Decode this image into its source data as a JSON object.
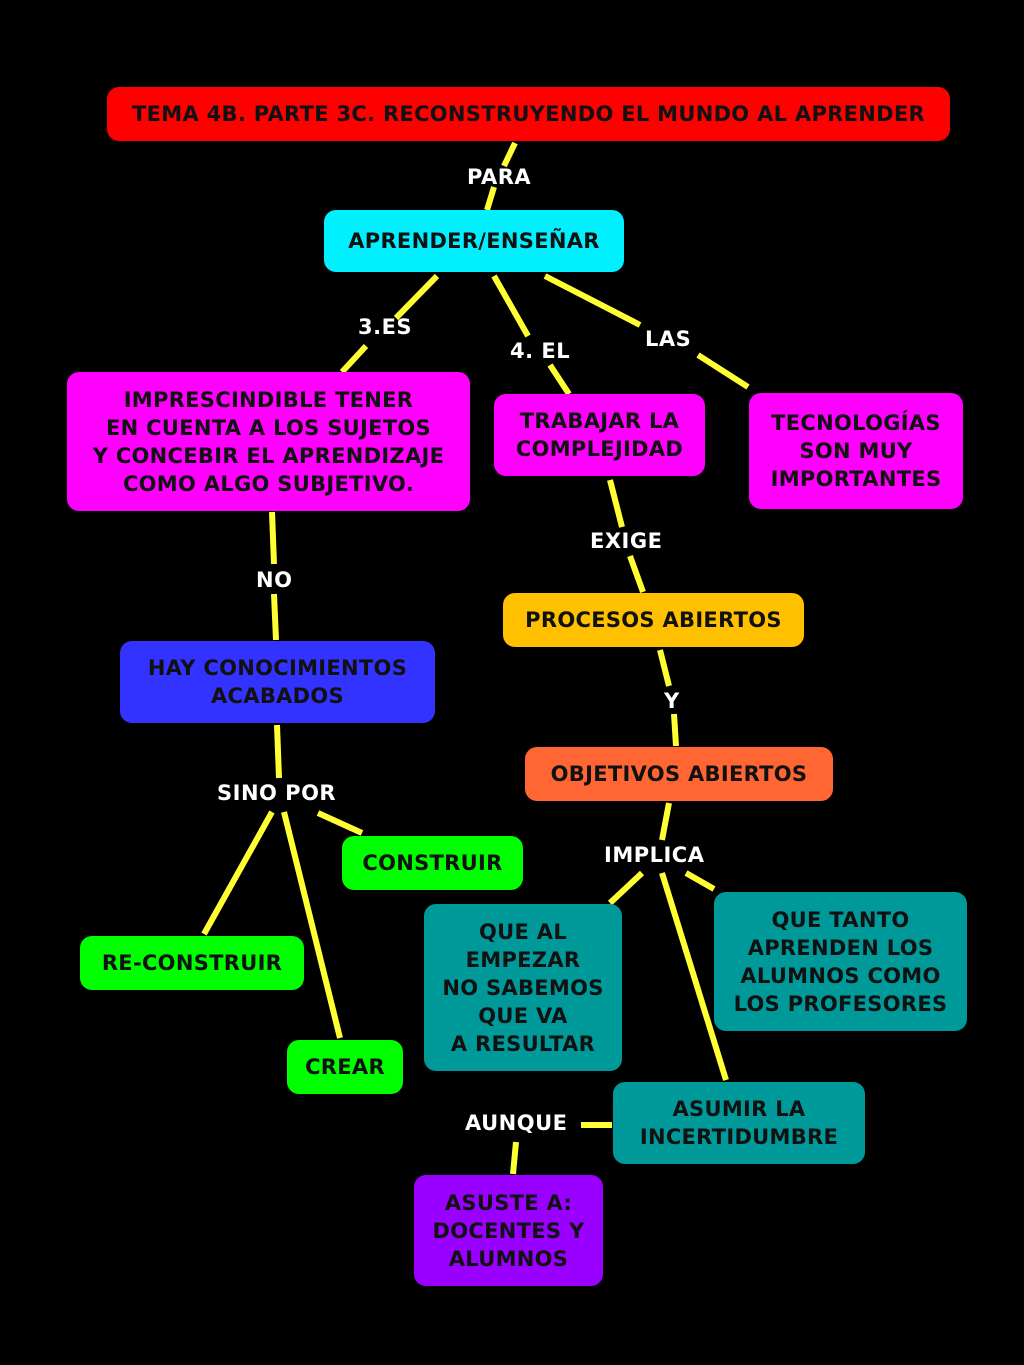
{
  "colors": {
    "background": "#000000",
    "connector": "#ffff33",
    "title": "#ff0000",
    "root": "#00f0ff",
    "level1": "#ff00ff",
    "blue": "#3333ff",
    "orange": "#ffc000",
    "coral": "#ff6633",
    "green": "#00ff00",
    "teal": "#009999",
    "purple": "#9900ff",
    "label_text": "#ffffff"
  },
  "nodes": {
    "title": "TEMA 4B. PARTE 3C. RECONSTRUYENDO EL MUNDO AL APRENDER",
    "aprender": "APRENDER/ENSEÑAR",
    "imprescindible": "IMPRESCINDIBLE TENER\nEN CUENTA A LOS SUJETOS\nY CONCEBIR EL APRENDIZAJE\nCOMO ALGO SUBJETIVO.",
    "trabajar": "TRABAJAR LA\nCOMPLEJIDAD",
    "tecnologias": "TECNOLOGÍAS\nSON MUY\nIMPORTANTES",
    "hay_conocimientos": "HAY CONOCIMIENTOS\nACABADOS",
    "procesos": "PROCESOS ABIERTOS",
    "objetivos": "OBJETIVOS ABIERTOS",
    "construir": "CONSTRUIR",
    "reconstruir": "RE-CONSTRUIR",
    "crear": "CREAR",
    "que_al_empezar": "QUE AL\nEMPEZAR\nNO SABEMOS\nQUE VA\nA RESULTAR",
    "que_tanto": "QUE TANTO\nAPRENDEN LOS\nALUMNOS COMO\nLOS PROFESORES",
    "asumir": "ASUMIR LA\nINCERTIDUMBRE",
    "asuste": "ASUSTE A:\nDOCENTES Y\nALUMNOS"
  },
  "labels": {
    "para": "PARA",
    "es": "3.ES",
    "el": "4. EL",
    "las": "LAS",
    "no": "NO",
    "exige": "EXIGE",
    "y": "Y",
    "sino_por": "SINO POR",
    "implica": "IMPLICA",
    "aunque": "AUNQUE"
  }
}
